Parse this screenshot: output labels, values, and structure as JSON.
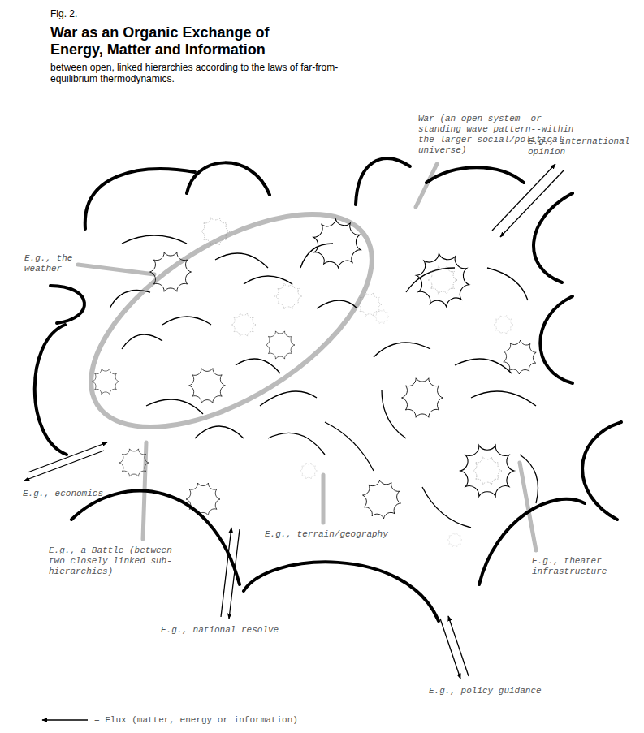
{
  "diagram": {
    "title": "War as an Organic Exchange of Energy, Matter and Information",
    "labels": [
      "Fig. 2.",
      "between open, linked hierarchies according to the laws of far-from-equilibrium thermodynamics.",
      "War (an open system--or standing wave pattern--within the larger social/political universe)",
      "E.g., international opinion",
      "E.g., the weather",
      "E.g., economics",
      "E.g., a Battle (between two closely linked sub-hierarchies)",
      "E.g., terrain/geography",
      "E.g., theater infrastructure",
      "E.g., national resolve",
      "E.g., policy guidance"
    ],
    "legend": [
      {
        "text": "= Flux (matter, energy or information)"
      }
    ]
  }
}
